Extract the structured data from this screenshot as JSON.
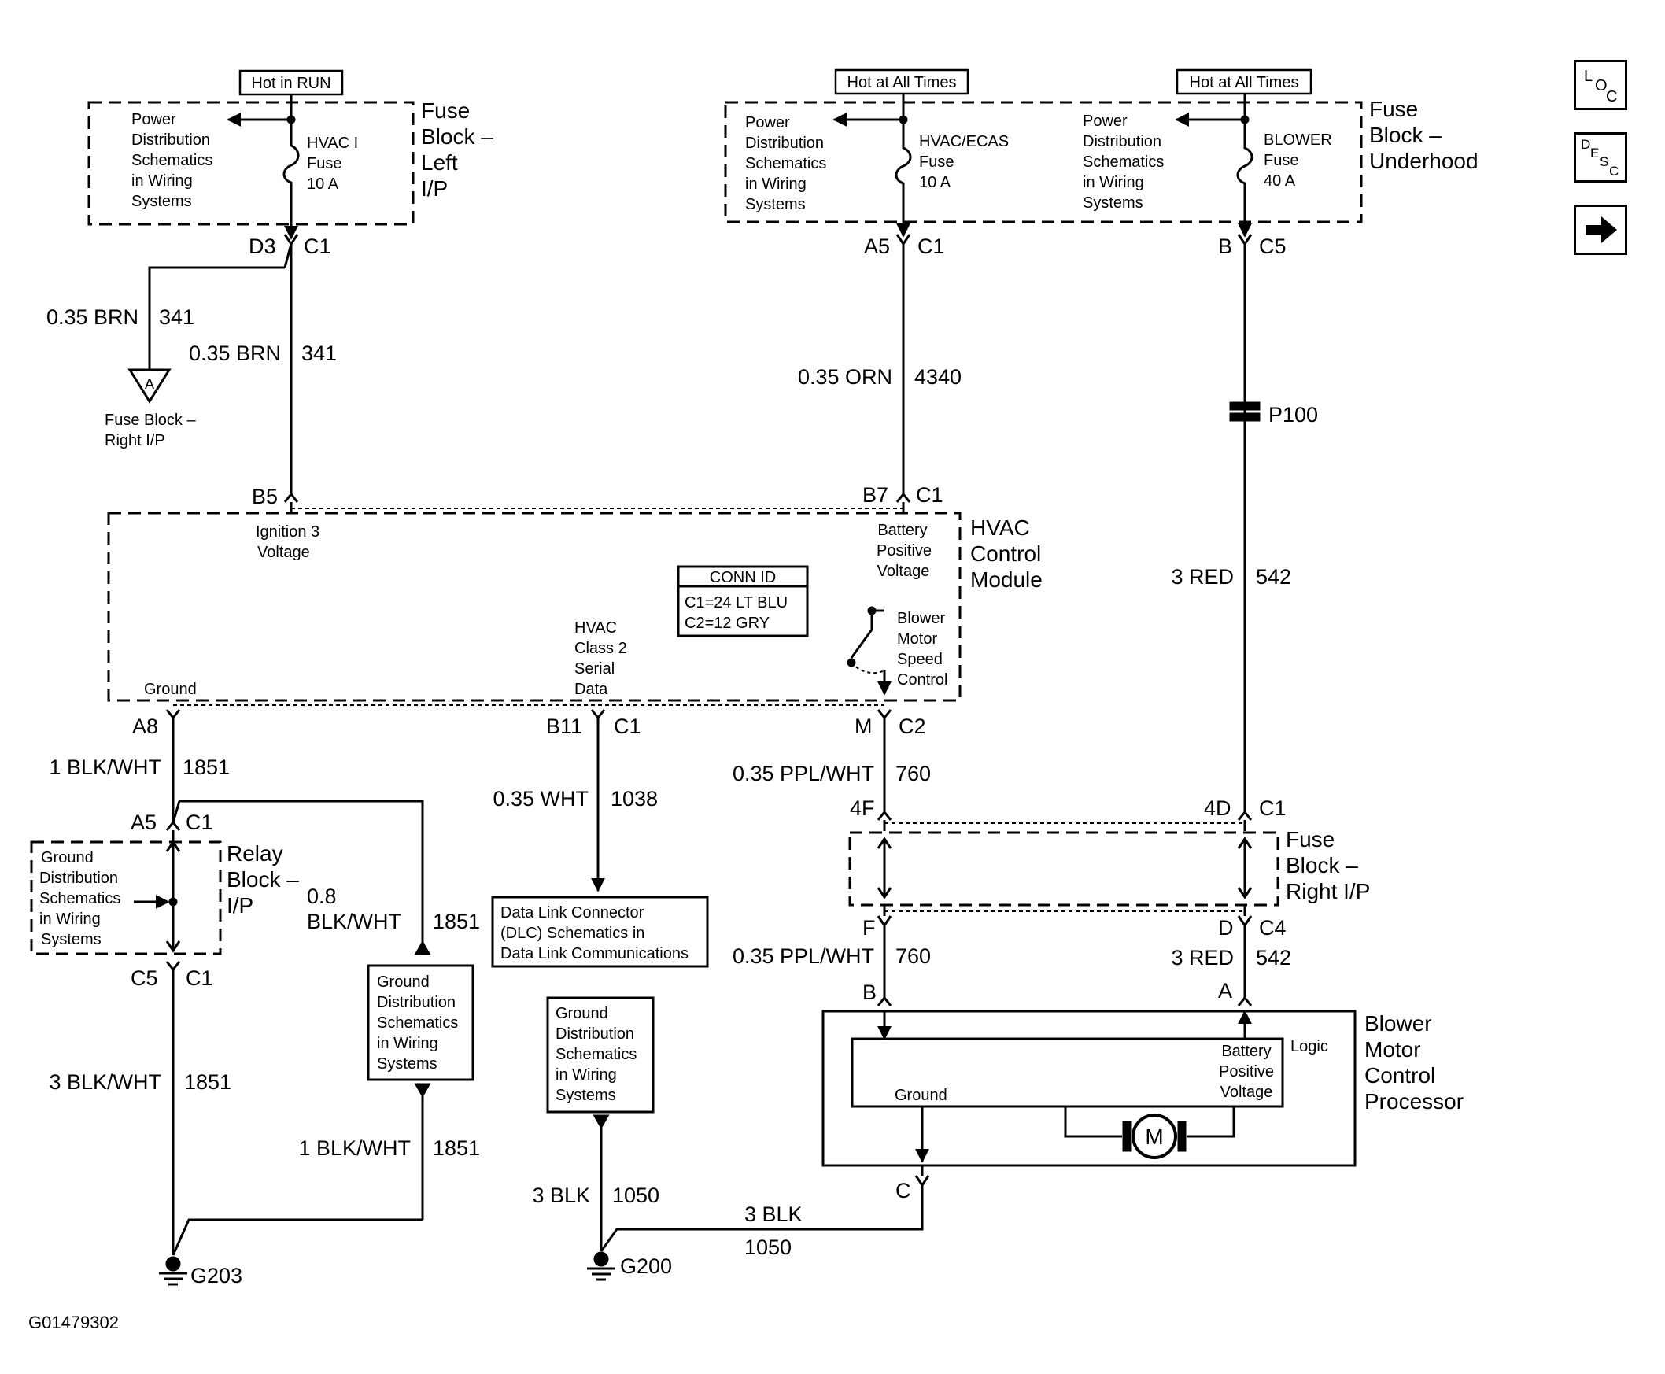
{
  "nav": {
    "loc": {
      "letters": [
        "L",
        "O",
        "C"
      ]
    },
    "desc": {
      "letters": [
        "D",
        "E",
        "S",
        "C"
      ]
    },
    "next_icon": "arrow-right-icon"
  },
  "tags": {
    "hot_run": "Hot in RUN",
    "hot_all_1": "Hot at All Times",
    "hot_all_2": "Hot at All Times"
  },
  "fuse_left": {
    "title": [
      "Fuse",
      "Block –",
      "Left",
      "I/P"
    ],
    "power_ref": [
      "Power",
      "Distribution",
      "Schematics",
      "in Wiring",
      "Systems"
    ],
    "fuse_label": [
      "HVAC I",
      "Fuse",
      "10 A"
    ]
  },
  "fuse_under": {
    "title": [
      "Fuse",
      "Block –",
      "Underhood"
    ],
    "power_ref_1": [
      "Power",
      "Distribution",
      "Schematics",
      "in Wiring",
      "Systems"
    ],
    "fuse1_label": [
      "HVAC/ECAS",
      "Fuse",
      "10 A"
    ],
    "power_ref_2": [
      "Power",
      "Distribution",
      "Schematics",
      "in Wiring",
      "Systems"
    ],
    "fuse2_label": [
      "BLOWER",
      "Fuse",
      "40 A"
    ]
  },
  "pins": {
    "d3": "D3",
    "c1_a": "C1",
    "a5_top": "A5",
    "c1_b": "C1",
    "b_top": "B",
    "c5_top": "C5",
    "b5": "B5",
    "b7": "B7",
    "c1_c": "C1",
    "a8": "A8",
    "b11": "B11",
    "c1_d": "C1",
    "m": "M",
    "c2": "C2",
    "a5_relay": "A5",
    "c1_e": "C1",
    "c5_relay": "C5",
    "c1_f": "C1",
    "f4": "4F",
    "d4": "4D",
    "c1_g": "C1",
    "f": "F",
    "d": "D",
    "c4": "C4",
    "b_bmcp": "B",
    "a_bmcp": "A",
    "c_bmcp": "C"
  },
  "wires": {
    "brn_a_gauge": "0.35 BRN",
    "brn_a_num": "341",
    "brn_b_gauge": "0.35 BRN",
    "brn_b_num": "341",
    "orn_gauge": "0.35 ORN",
    "orn_num": "4340",
    "red1_gauge": "3 RED",
    "red1_num": "542",
    "blkwht1_gauge": "1 BLK/WHT",
    "blkwht1_num": "1851",
    "wht_gauge": "0.35 WHT",
    "wht_num": "1038",
    "ppl1_gauge": "0.35 PPL/WHT",
    "ppl1_num": "760",
    "blkwht08_gauge_1": "0.8",
    "blkwht08_gauge_2": "BLK/WHT",
    "blkwht08_num": "1851",
    "ppl2_gauge": "0.35 PPL/WHT",
    "ppl2_num": "760",
    "red2_gauge": "3 RED",
    "red2_num": "542",
    "blkwht3_gauge": "3 BLK/WHT",
    "blkwht3_num": "1851",
    "blkwht1b_gauge": "1 BLK/WHT",
    "blkwht1b_num": "1851",
    "blk3_gauge": "3 BLK",
    "blk3_num": "1050",
    "blk3b_gauge": "3 BLK",
    "blk3b_num": "1050"
  },
  "splice": {
    "label": "P100"
  },
  "ref_a": {
    "letter": "A",
    "label": [
      "Fuse Block –",
      "Right I/P"
    ]
  },
  "hvac": {
    "title": [
      "HVAC",
      "Control",
      "Module"
    ],
    "ign": [
      "Ignition 3",
      "Voltage"
    ],
    "batt": [
      "Battery",
      "Positive",
      "Voltage"
    ],
    "conn_title": "CONN ID",
    "conn_c1": "C1=24 LT BLU",
    "conn_c2": "C2=12 GRY",
    "serial": [
      "HVAC",
      "Class 2",
      "Serial",
      "Data"
    ],
    "blower": [
      "Blower",
      "Motor",
      "Speed",
      "Control"
    ],
    "ground": "Ground"
  },
  "relay": {
    "title": [
      "Relay",
      "Block –",
      "I/P"
    ],
    "ground_ref": [
      "Ground",
      "Distribution",
      "Schematics",
      "in Wiring",
      "Systems"
    ]
  },
  "dlc": [
    "Data Link Connector",
    "(DLC) Schematics in",
    "Data Link Communications"
  ],
  "gnd_ref_1": [
    "Ground",
    "Distribution",
    "Schematics",
    "in Wiring",
    "Systems"
  ],
  "gnd_ref_2": [
    "Ground",
    "Distribution",
    "Schematics",
    "in Wiring",
    "Systems"
  ],
  "fuse_right": {
    "title": [
      "Fuse",
      "Block –",
      "Right I/P"
    ]
  },
  "bmcp": {
    "title": [
      "Blower",
      "Motor",
      "Control",
      "Processor"
    ],
    "logic": "Logic",
    "ground": "Ground",
    "batt": [
      "Battery",
      "Positive",
      "Voltage"
    ],
    "motor": "M"
  },
  "grounds": {
    "g203": "G203",
    "g200": "G200"
  },
  "figure_id": "G01479302"
}
